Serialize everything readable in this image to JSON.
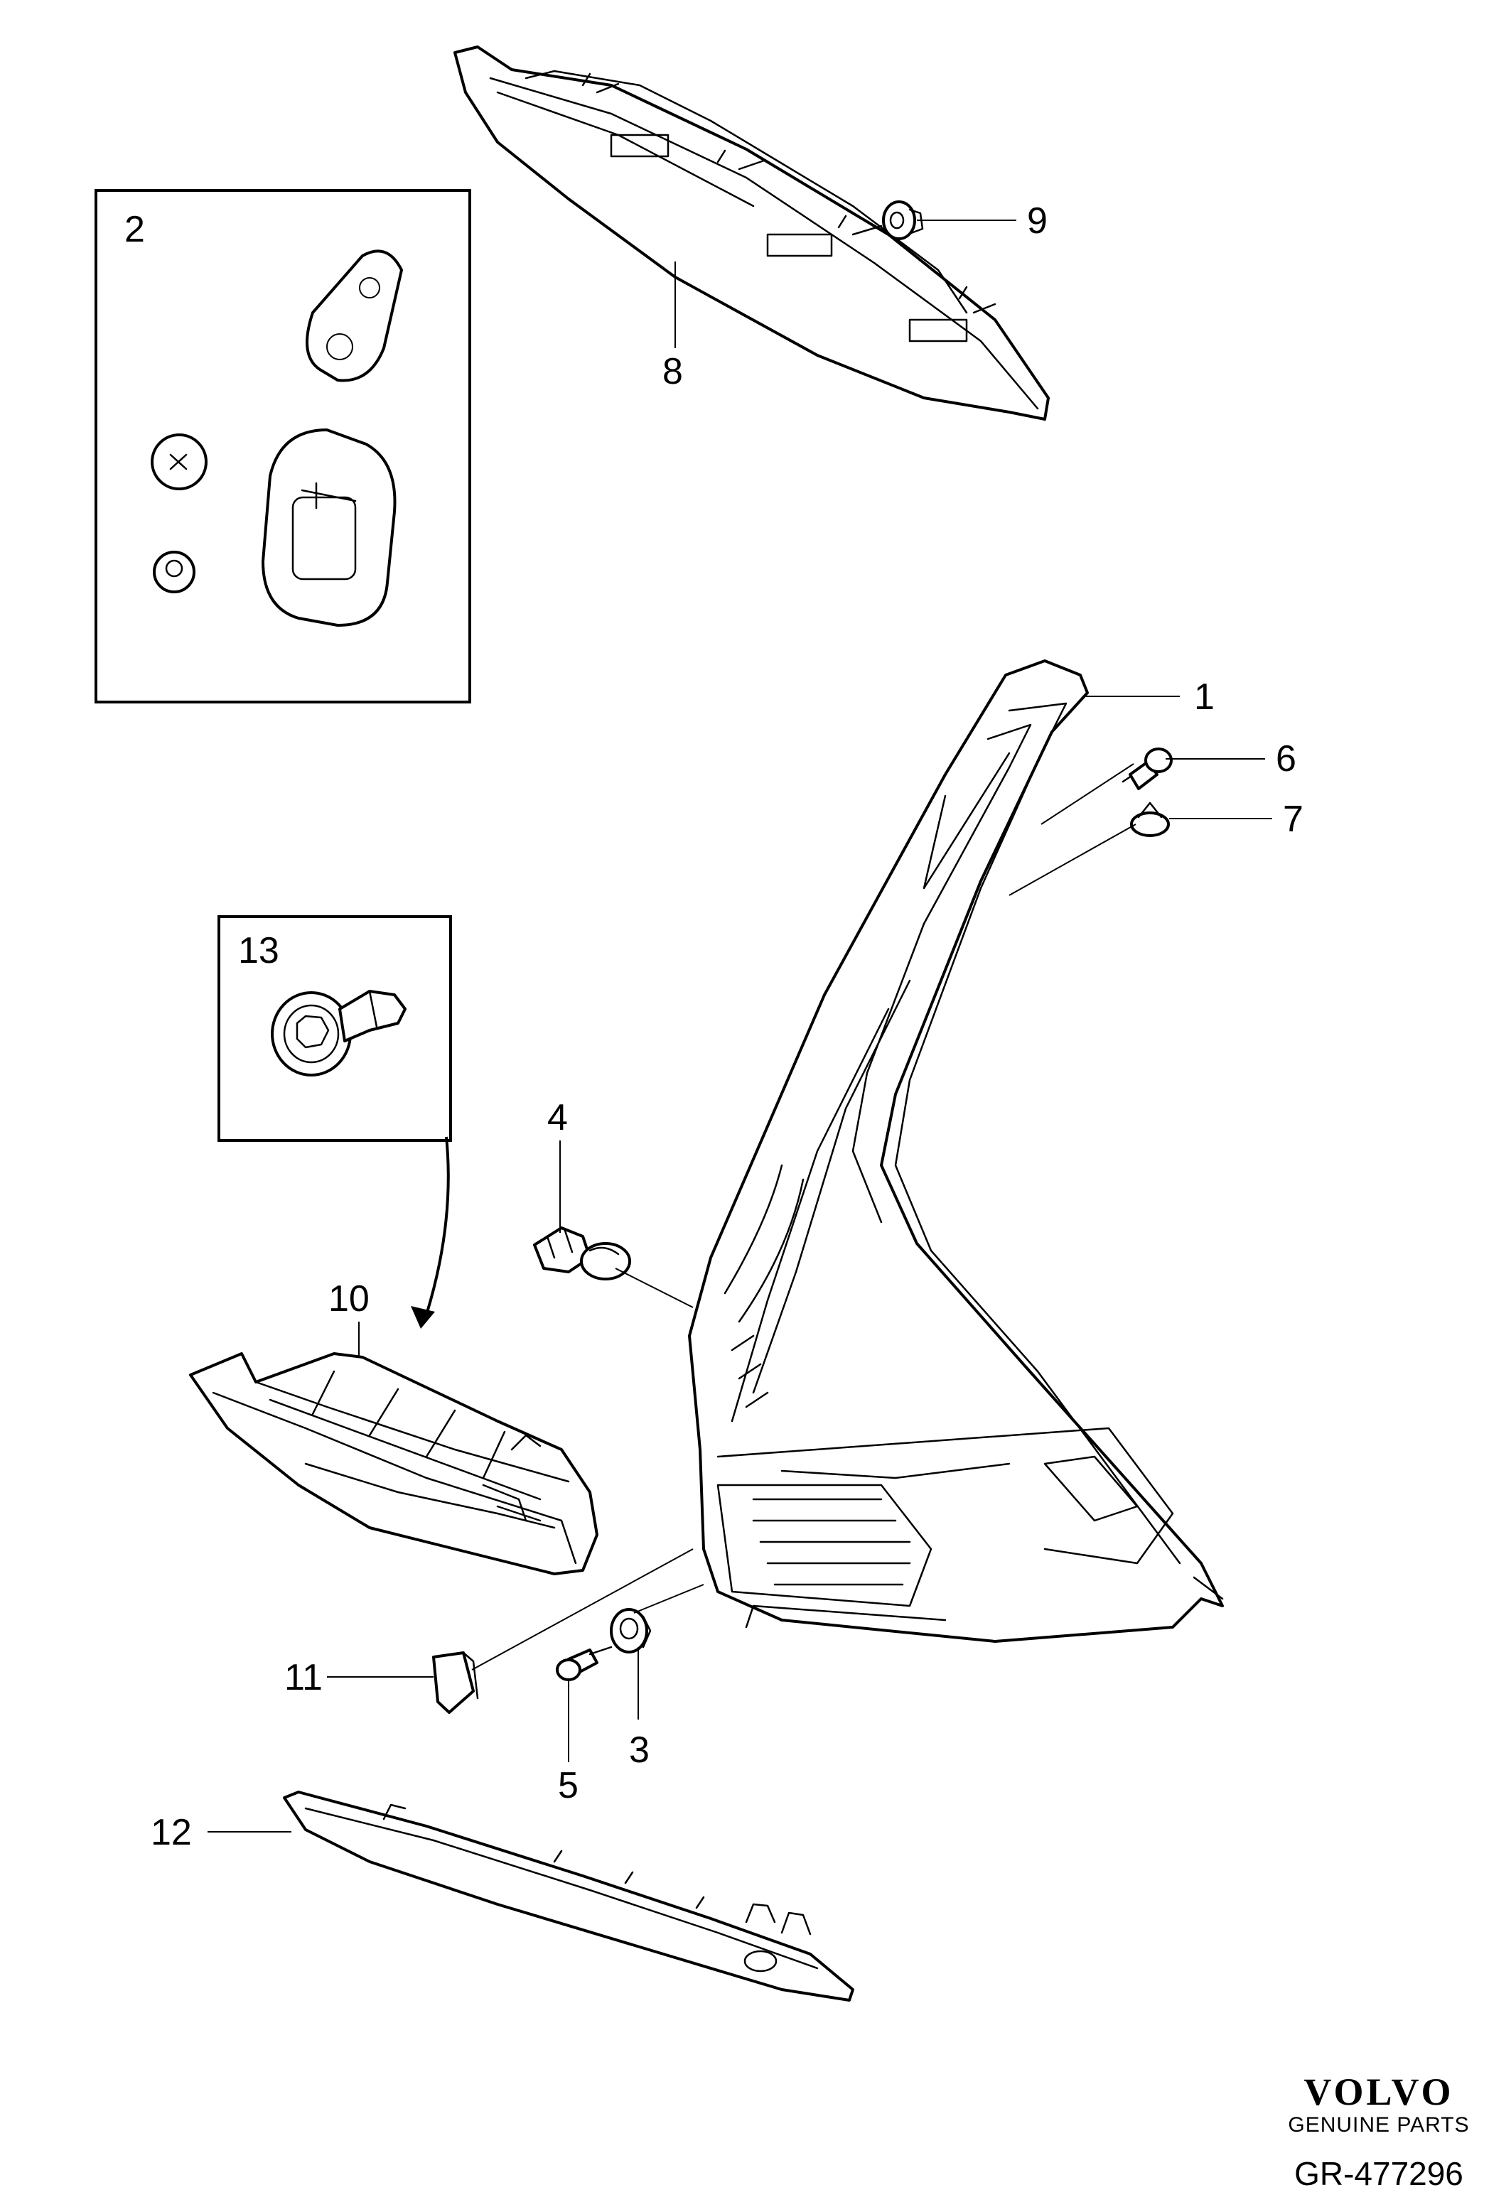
{
  "callouts": {
    "c1": "1",
    "c2": "2",
    "c3": "3",
    "c4": "4",
    "c5": "5",
    "c6": "6",
    "c7": "7",
    "c8": "8",
    "c9": "9",
    "c10": "10",
    "c11": "11",
    "c12": "12",
    "c13": "13"
  },
  "brand": {
    "name": "VOLVO",
    "tagline": "GENUINE PARTS"
  },
  "diagram_ref": "GR-477296"
}
